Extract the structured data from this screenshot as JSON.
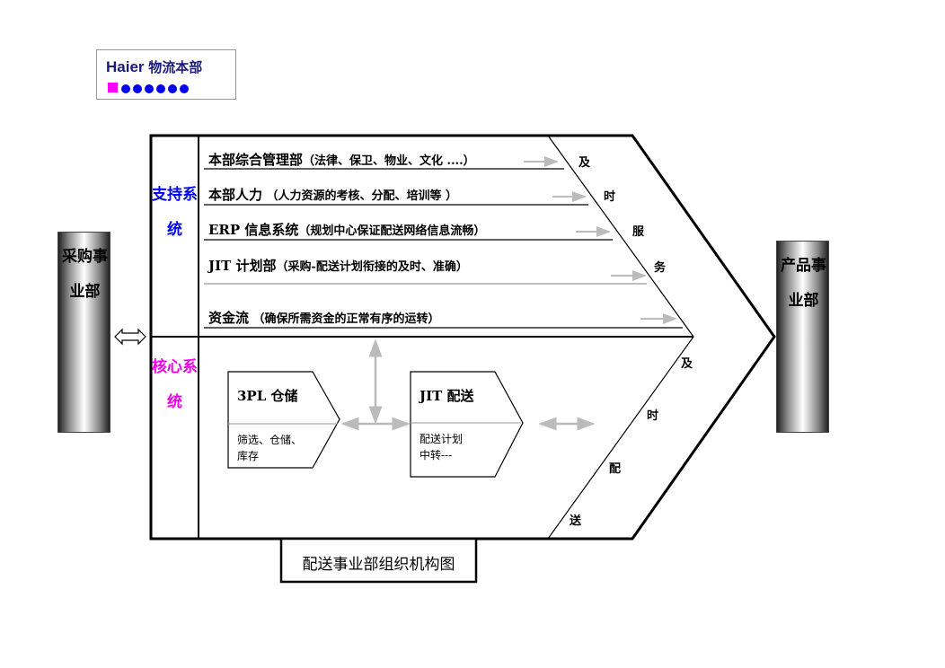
{
  "logo": {
    "brand": "Haier",
    "dept": "物流本部"
  },
  "left_unit": {
    "label": "采购事业部"
  },
  "right_unit": {
    "label": "产品事业部"
  },
  "support_system": {
    "label": "支持系统",
    "color": "#0000ee"
  },
  "core_system": {
    "label": "核心系统",
    "color": "#ee00ee"
  },
  "support_rows": [
    {
      "title": "本部综合管理部",
      "detail": "（法律、保卫、物业、文化 ....）"
    },
    {
      "title": "本部人力",
      "detail": " （人力资源的考核、分配、培训等 ）"
    },
    {
      "title": "ERP 信息系统",
      "detail": "（规划中心保证配送网络信息流畅）"
    },
    {
      "title": "JIT 计划部",
      "detail": "（采购-配送计划衔接的及时、准确）"
    },
    {
      "title": "资金流",
      "detail": " （确保所需资金的正常有序的运转）"
    }
  ],
  "service_chars": [
    "及",
    "时",
    "服",
    "务"
  ],
  "delivery_chars": [
    "及",
    "时",
    "配",
    "送"
  ],
  "core_boxes": [
    {
      "title": "3PL 仓储",
      "detail": "筛选、仓储、库存"
    },
    {
      "title": "JIT 配送",
      "detail": "配送计划\n中转---"
    }
  ],
  "caption": "配送事业部组织机构图"
}
